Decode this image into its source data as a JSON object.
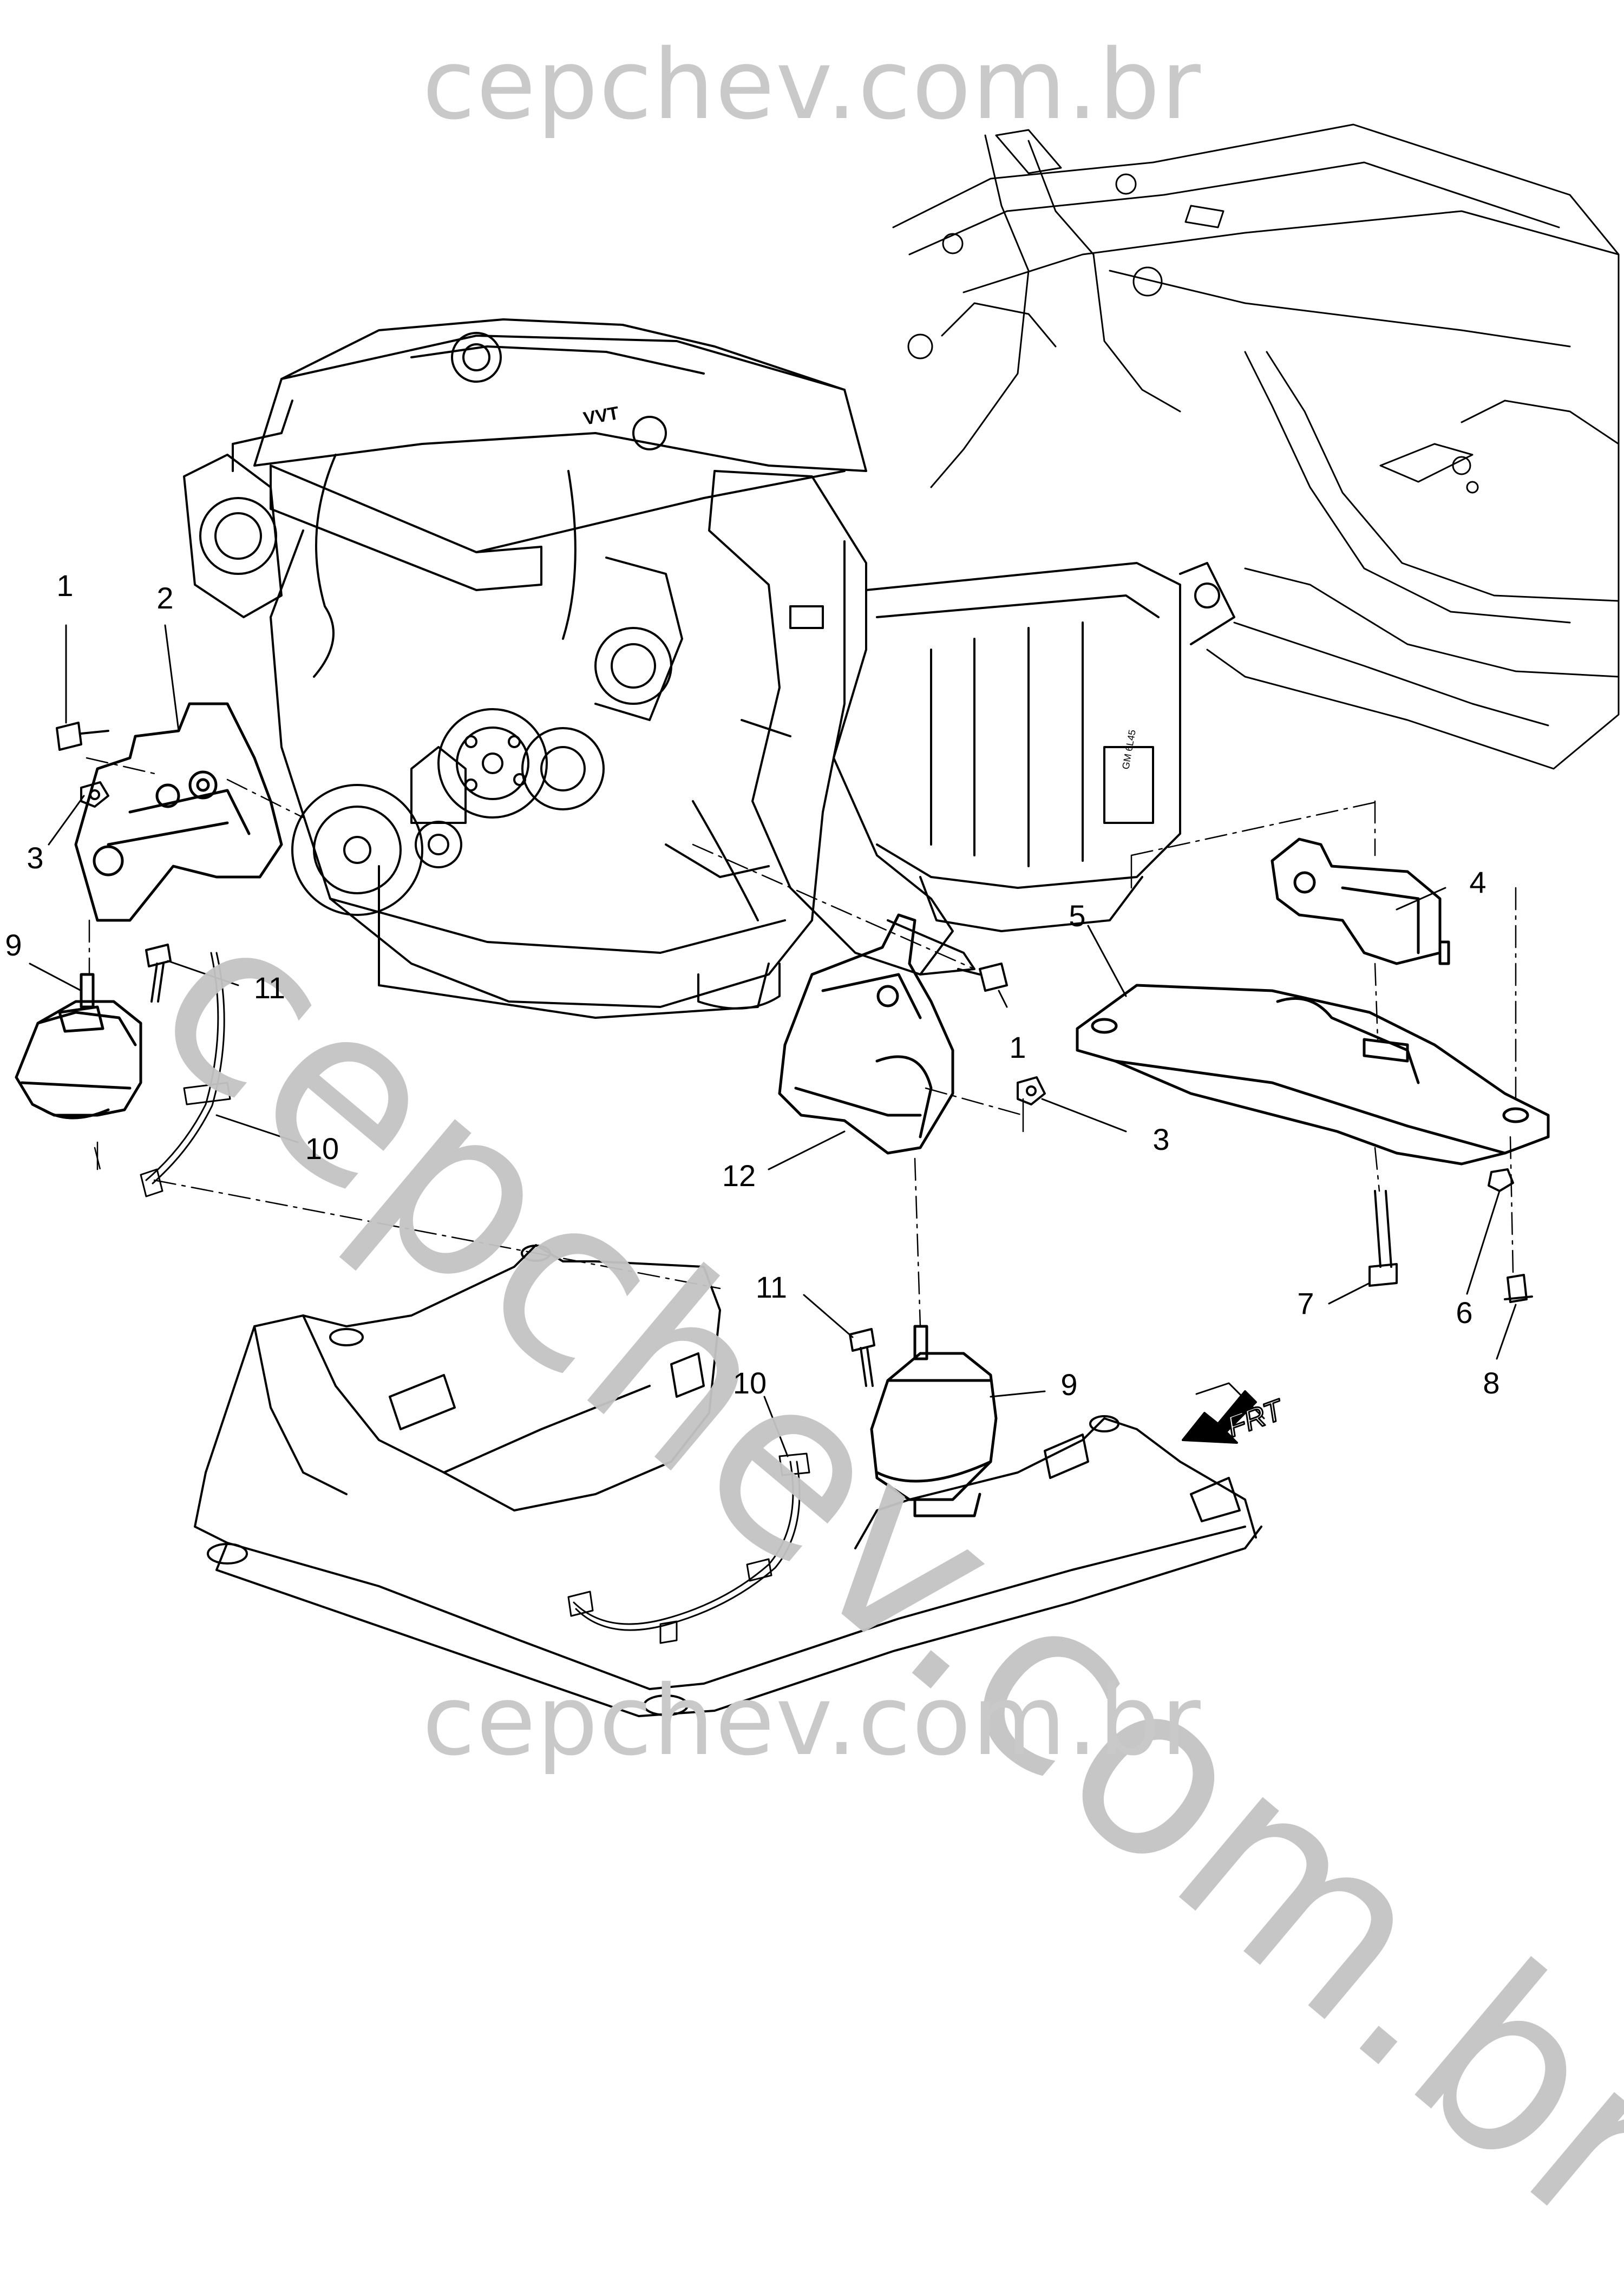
{
  "watermark": {
    "top": "cepchev.com.br",
    "bottom": "cepchev.com.br",
    "diagonal": "cepchev.com.br"
  },
  "front_indicator": {
    "label": "FRT",
    "icon": "arrow-front-icon"
  },
  "callouts": [
    {
      "id": "c1a",
      "label": "1"
    },
    {
      "id": "c2",
      "label": "2"
    },
    {
      "id": "c3a",
      "label": "3"
    },
    {
      "id": "c9a",
      "label": "9"
    },
    {
      "id": "c11a",
      "label": "11"
    },
    {
      "id": "c10a",
      "label": "10"
    },
    {
      "id": "c1b",
      "label": "1"
    },
    {
      "id": "c3b",
      "label": "3"
    },
    {
      "id": "c12",
      "label": "12"
    },
    {
      "id": "c4",
      "label": "4"
    },
    {
      "id": "c5",
      "label": "5"
    },
    {
      "id": "c7",
      "label": "7"
    },
    {
      "id": "c6",
      "label": "6"
    },
    {
      "id": "c8",
      "label": "8"
    },
    {
      "id": "c11b",
      "label": "11"
    },
    {
      "id": "c10b",
      "label": "10"
    },
    {
      "id": "c9b",
      "label": "9"
    }
  ],
  "part_markings": {
    "engine_cover": "VVT",
    "transmission_tag": "GM 6L45"
  },
  "colors": {
    "line": "#000000",
    "watermark": "#c4c4c4"
  }
}
